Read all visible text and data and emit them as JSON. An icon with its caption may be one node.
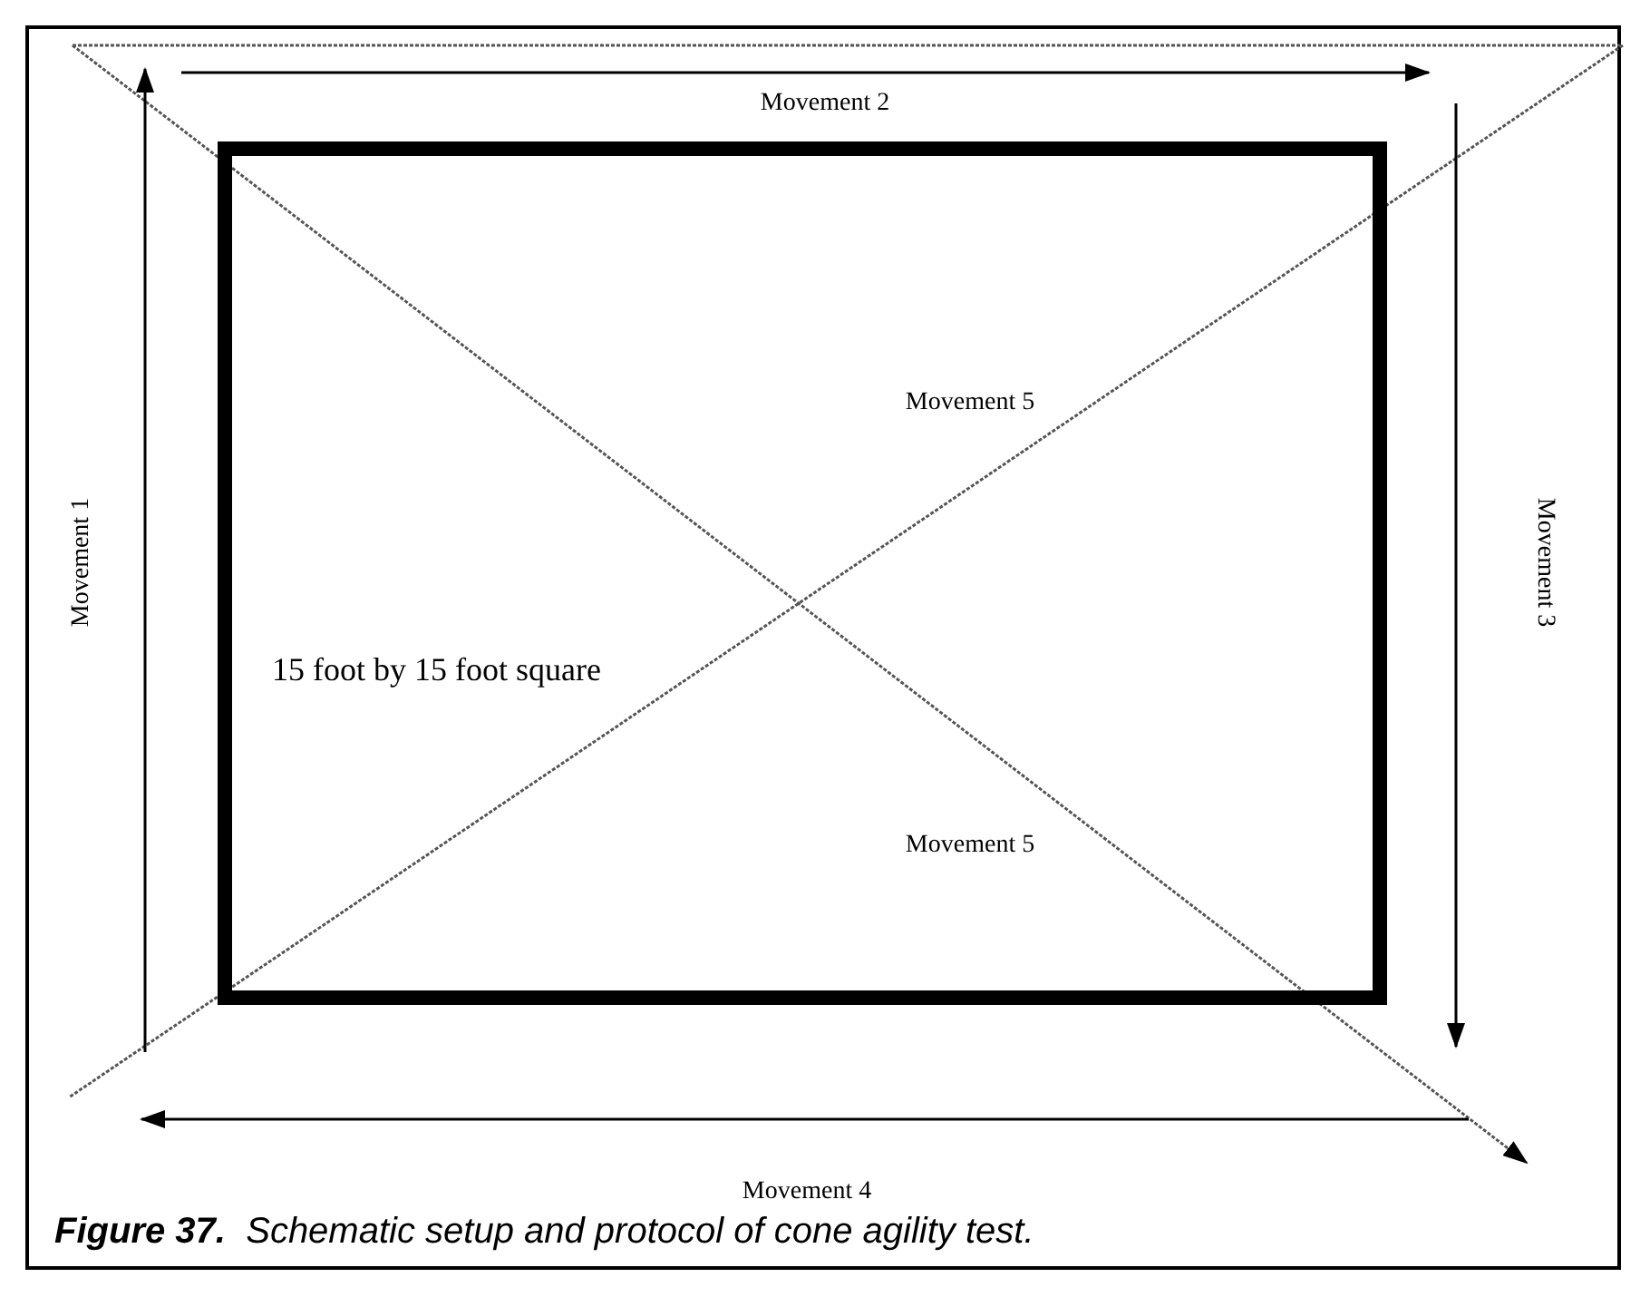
{
  "diagram": {
    "caption": "**Figure 37.**  Schematic setup and protocol of cone agility test.",
    "nodes": [
      {
        "text": [
          "15 foot by 15 foot square"
        ]
      }
    ],
    "labels": [
      "Movement 2",
      "Movement 1",
      "Movement 5",
      "Movement 3",
      "Movement 5",
      "Movement 4"
    ]
  }
}
